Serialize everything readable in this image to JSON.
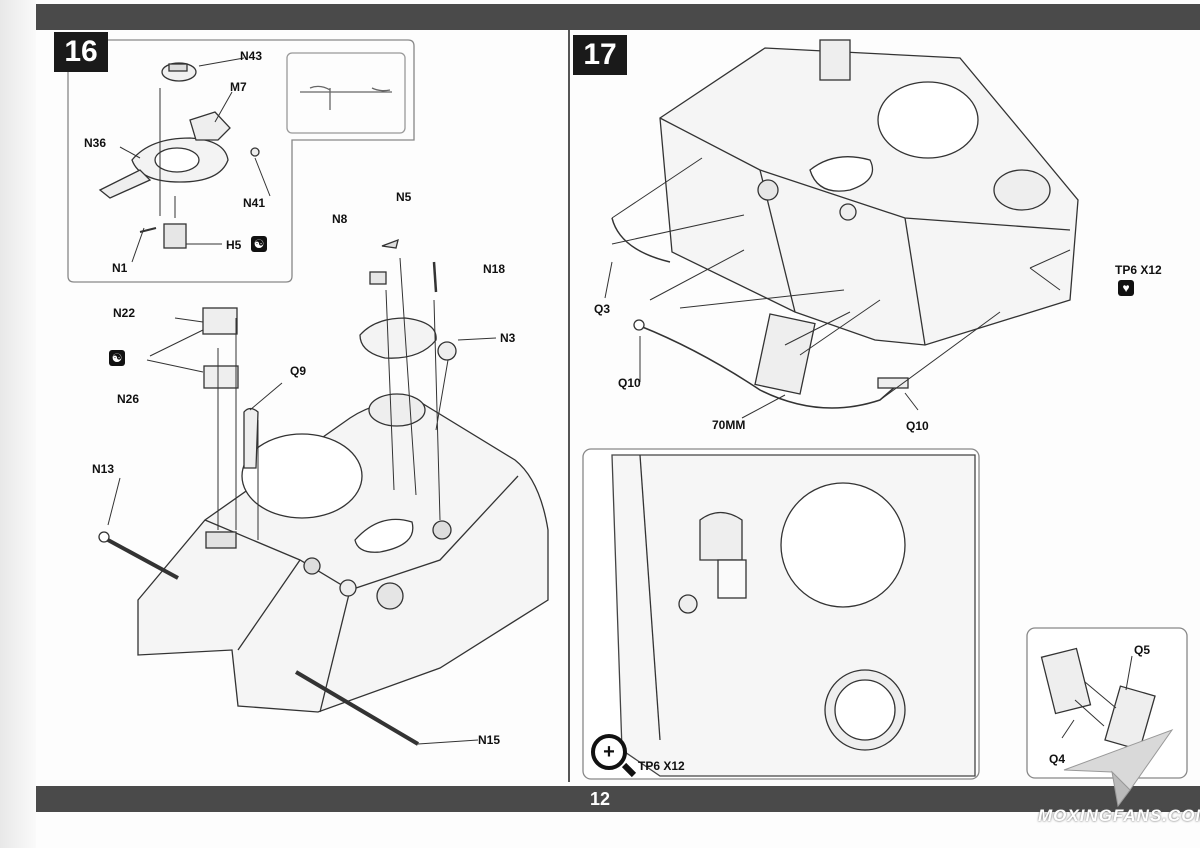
{
  "page": {
    "number": "12"
  },
  "steps": [
    {
      "number": "16"
    },
    {
      "number": "17"
    }
  ],
  "step16_labels": {
    "n43": "N43",
    "m7": "M7",
    "n36": "N36",
    "n41": "N41",
    "n1": "N1",
    "h5": "H5",
    "n5": "N5",
    "n8": "N8",
    "n18": "N18",
    "n3": "N3",
    "n22": "N22",
    "q9": "Q9",
    "n26": "N26",
    "n13": "N13",
    "n15": "N15"
  },
  "step17_labels": {
    "tp6_top": "TP6 X12",
    "q3": "Q3",
    "q10_left": "Q10",
    "mm70": "70MM",
    "q10_right": "Q10",
    "tp6_bottom": "TP6 X12",
    "q5": "Q5",
    "q4": "Q4"
  },
  "icons": {
    "yin_yang": "yin-yang-icon",
    "broken_heart": "broken-heart-icon",
    "magnifier": "magnifier-plus-icon",
    "plus_glyph": "+"
  },
  "watermark": {
    "text": "MOXINGFANS.COM"
  }
}
